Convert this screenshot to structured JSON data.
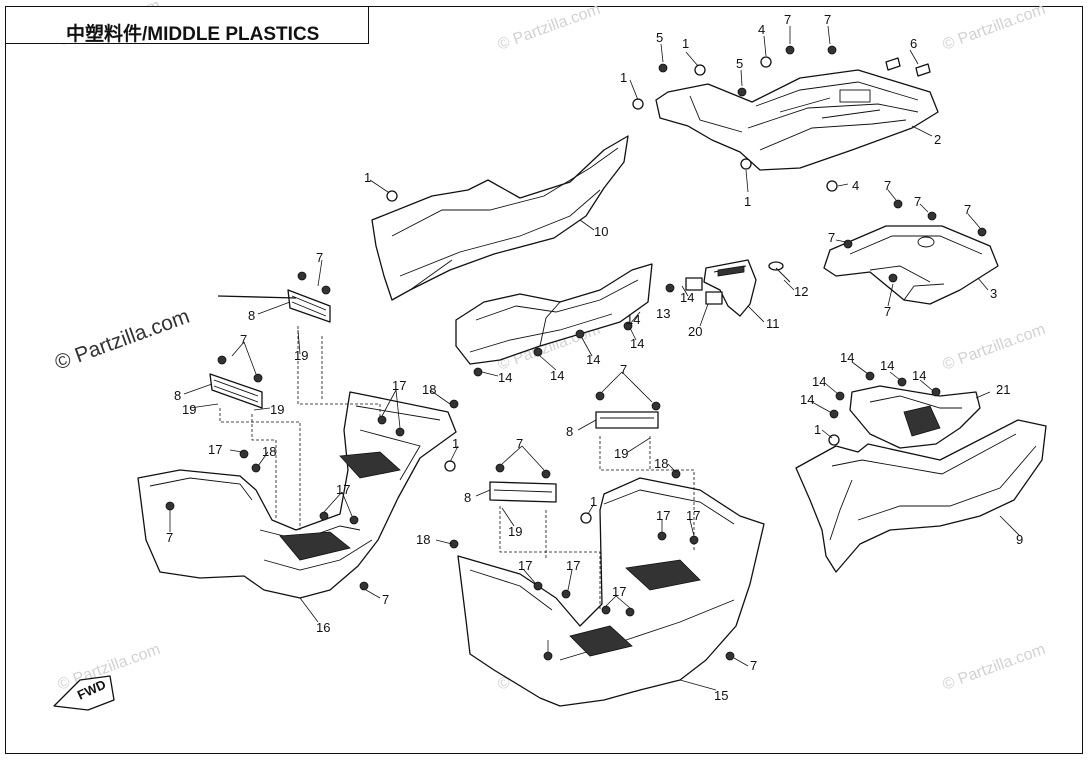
{
  "title": "中塑料件/MIDDLE PLASTICS",
  "watermark": {
    "text": "© Partzilla.com",
    "color": "#d2d2d2",
    "prominent_color": "#333333"
  },
  "fwd_label": "FWD",
  "callouts": {
    "c1a": "1",
    "c1b": "1",
    "c1c": "1",
    "c1d": "1",
    "c1e": "1",
    "c1f": "1",
    "c1g": "1",
    "c2": "2",
    "c3": "3",
    "c4a": "4",
    "c4b": "4",
    "c5a": "5",
    "c5b": "5",
    "c6": "6",
    "c7a": "7",
    "c7b": "7",
    "c7c": "7",
    "c7d": "7",
    "c7e": "7",
    "c7f": "7",
    "c7g": "7",
    "c7h": "7",
    "c7i": "7",
    "c7j": "7",
    "c7k": "7",
    "c7l": "7",
    "c7m": "7",
    "c7n": "7",
    "c8a": "8",
    "c8b": "8",
    "c8c": "8",
    "c8d": "8",
    "c9": "9",
    "c10": "10",
    "c11": "11",
    "c12": "12",
    "c13": "13",
    "c14a": "14",
    "c14b": "14",
    "c14c": "14",
    "c14d": "14",
    "c14e": "14",
    "c14f": "14",
    "c14g": "14",
    "c14h": "14",
    "c14i": "14",
    "c14j": "14",
    "c14k": "14",
    "c15": "15",
    "c16": "16",
    "c17a": "17",
    "c17b": "17",
    "c17c": "17",
    "c17d": "17",
    "c17e": "17",
    "c17f": "17",
    "c17g": "17",
    "c17h": "17",
    "c18a": "18",
    "c18b": "18",
    "c18c": "18",
    "c18d": "18",
    "c19a": "19",
    "c19b": "19",
    "c19c": "19",
    "c19d": "19",
    "c19e": "19",
    "c20": "20",
    "c21": "21"
  }
}
